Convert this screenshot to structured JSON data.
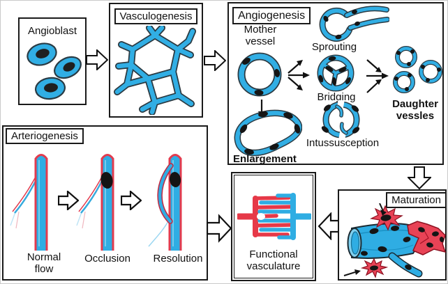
{
  "figure_title": "Vascular development diagram",
  "colors": {
    "vessel_blue": "#2fade3",
    "vessel_blue_light": "#7fd0ef",
    "artery_red": "#e63948",
    "pericyte_red": "#e84356",
    "nucleus_black": "#151515",
    "outline_dark": "#1a1a1a"
  },
  "icons": {
    "block_arrow": "hollow-block-arrow",
    "thin_arrow": "thin-black-arrow"
  },
  "boxes": {
    "angioblast": {
      "label": "Angioblast"
    },
    "vasculogenesis": {
      "label": "Vasculogenesis"
    },
    "angiogenesis": {
      "label": "Angiogenesis",
      "mother_vessel": {
        "line1": "Mother",
        "line2": "vessel"
      },
      "sprouting_label": "Sprouting",
      "bridging_label": "Bridging",
      "intussusception_label": "Intussusception",
      "enlargement_label": "Enlargement",
      "daughter_vessels": {
        "line1": "Daughter",
        "line2": "vessles"
      }
    },
    "arteriogenesis": {
      "label": "Arteriogenesis",
      "steps": [
        {
          "line1": "Normal",
          "line2": "flow"
        },
        {
          "line1": "Occlusion",
          "line2": ""
        },
        {
          "line1": "Resolution",
          "line2": ""
        }
      ]
    },
    "functional_vasculature": {
      "line1": "Functional",
      "line2": "vasculature"
    },
    "maturation": {
      "label": "Maturation"
    }
  }
}
